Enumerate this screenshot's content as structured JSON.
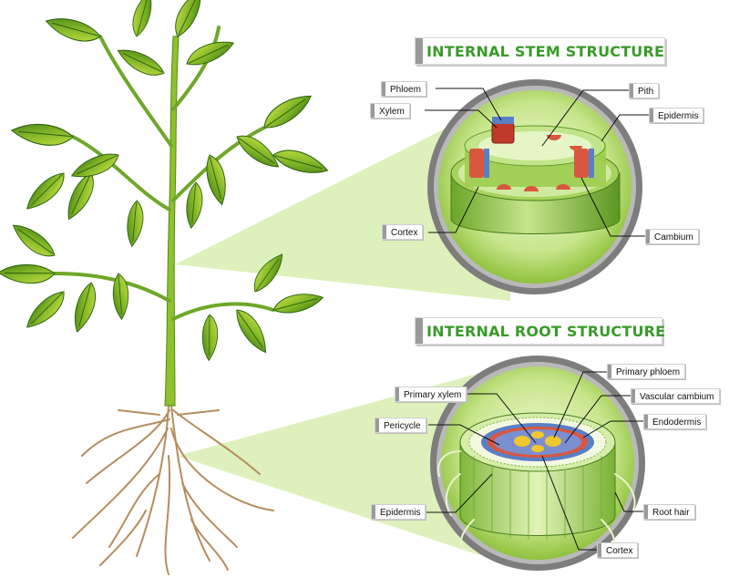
{
  "stem_section": {
    "title": "INTERNAL STEM STRUCTURE",
    "labels": {
      "phloem": "Phloem",
      "xylem": "Xylem",
      "pith": "Pith",
      "epidermis": "Epidermis",
      "cortex": "Cortex",
      "cambium": "Cambium"
    }
  },
  "root_section": {
    "title": "INTERNAL ROOT STRUCTURE",
    "labels": {
      "primary_phloem": "Primary phloem",
      "primary_xylem": "Primary xylem",
      "vascular_cambium": "Vascular cambium",
      "pericycle": "Pericycle",
      "endodermis": "Endodermis",
      "epidermis": "Epidermis",
      "root_hair": "Root hair",
      "cortex": "Cortex"
    }
  },
  "colors": {
    "title_green": "#3a9a2a",
    "leaf_dark": "#3f7f14",
    "leaf_light": "#b5d936",
    "stem": "#8fc12d",
    "root": "#b58d5e",
    "magnifier_fill": "#cfe99a",
    "ring": "#7d7d7d",
    "xylem_red": "#d9573f",
    "phloem_blue": "#5a7fc7"
  }
}
